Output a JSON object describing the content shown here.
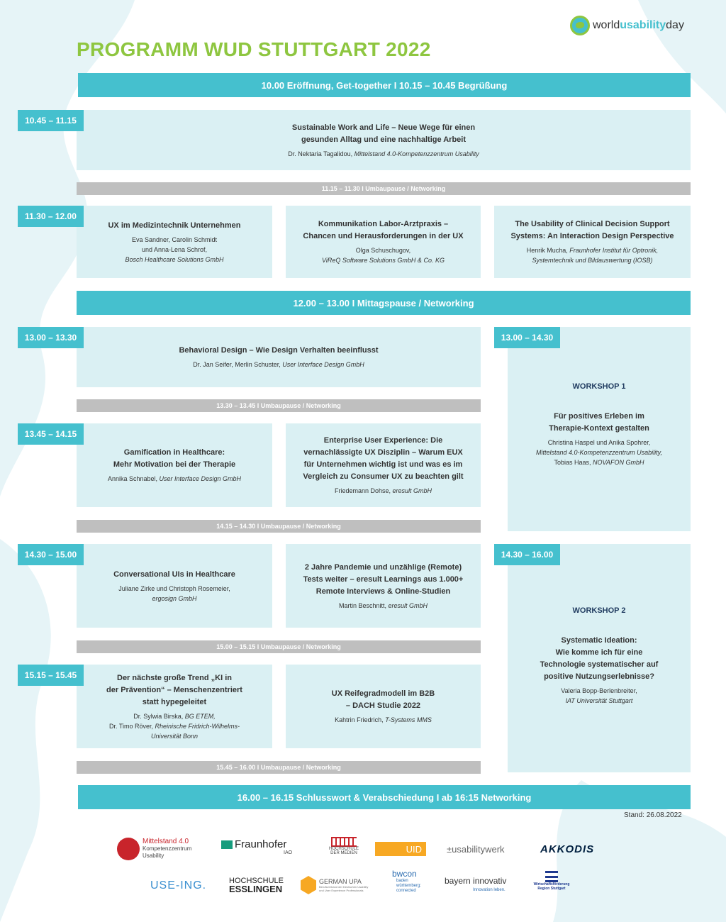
{
  "title": "PROGRAMM WUD STUTTGART 2022",
  "brand_logo": {
    "part1": "world",
    "part2": "usability",
    "part3": "day"
  },
  "colors": {
    "teal": "#45c0ce",
    "green": "#8ec640",
    "light_box": "#daf0f3",
    "grey_bar": "#bfbfbf"
  },
  "opening": "10.00 Eröffnung, Get-together I 10.15 – 10.45 Begrüßung",
  "slots": {
    "s1045": "10.45 – 11.15",
    "s1130": "11.30 – 12.00",
    "s1300": "13.00 – 13.30",
    "s1345": "13.45 – 14.15",
    "s1430": "14.30 – 15.00",
    "s1515": "15.15 – 15.45",
    "ws1": "13.00 – 14.30",
    "ws2": "14.30 – 16.00"
  },
  "breaks": {
    "b1": "11.15 – 11.30 I Umbaupause / Networking",
    "lunch": "12.00 – 13.00 I Mittagspause / Networking",
    "b2": "13.30 – 13.45 I Umbaupause / Networking",
    "b3": "14.15 – 14.30 I Umbaupause / Networking",
    "b4": "15.00 – 15.15 I Umbaupause / Networking",
    "b5": "15.45 – 16.00 I Umbaupause / Networking"
  },
  "talks": {
    "keynote": {
      "title": "Sustainable Work and Life – Neue Wege für einen\ngesunden Alltag und eine nachhaltige Arbeit",
      "speaker": "Dr. Nektaria Tagalidou, ",
      "org": "Mittelstand 4.0-Kompetenzzentrum Usability"
    },
    "t1": {
      "title": "UX im Medizintechnik Unternehmen",
      "speaker": "Eva Sandner, Carolin Schmidt\nund Anna-Lena Schrof,",
      "org": "Bosch Healthcare Solutions GmbH"
    },
    "t2": {
      "title": "Kommunikation Labor-Arztpraxis –\nChancen und Herausforderungen in der UX",
      "speaker": "Olga Schuschugov,",
      "org": "ViReQ Software Solutions GmbH & Co. KG"
    },
    "t3": {
      "title": "The Usability of Clinical Decision Support\nSystems: An Interaction Design Perspective",
      "speaker": "Henrik Mucha, ",
      "org": "Fraunhofer Institut für Optronik,\nSystemtechnik und Bildauswertung (IOSB)"
    },
    "t4": {
      "title": "Behavioral Design – Wie Design Verhalten beeinflusst",
      "speaker": "Dr. Jan Seifer, Merlin Schuster, ",
      "org": "User Interface Design GmbH"
    },
    "t5": {
      "title": "Gamification in Healthcare:\nMehr Motivation bei der Therapie",
      "speaker": "Annika Schnabel, ",
      "org": "User Interface Design GmbH"
    },
    "t6": {
      "title": "Enterprise User Experience: Die\nvernachlässigte UX Disziplin – Warum EUX\nfür Unternehmen wichtig ist und was es im\nVergleich zu Consumer UX zu beachten gilt",
      "speaker": "Friedemann Dohse, ",
      "org": "eresult GmbH"
    },
    "t7": {
      "title": "Conversational UIs in Healthcare",
      "speaker": "Juliane Zirke und Christoph Rosemeier,",
      "org": "ergosign GmbH"
    },
    "t8": {
      "title": "2 Jahre Pandemie und unzählige (Remote)\nTests weiter – eresult Learnings aus 1.000+\nRemote Interviews & Online-Studien",
      "speaker": "Martin Beschnitt, ",
      "org": "eresult GmbH"
    },
    "t9": {
      "title": "Der nächste große Trend „KI in\nder Prävention“ – Menschenzentriert\nstatt hypegeleitet",
      "speaker": "Dr. Sylwia Birska, ",
      "org": "BG ETEM,",
      "speaker2": "Dr. Timo Röver, ",
      "org2": "Rheinische Fridrich-Wilhelms-\nUniversität Bonn"
    },
    "t10": {
      "title": "UX Reifegradmodell im B2B\n– DACH Studie 2022",
      "speaker": "Kahtrin Friedrich, ",
      "org": "T-Systems MMS"
    }
  },
  "workshops": {
    "w1": {
      "heading": "WORKSHOP 1",
      "title": "Für positives Erleben im\nTherapie-Kontext gestalten",
      "speaker": "Christina Haspel und Anika Spohrer,",
      "org": "Mittelstand 4.0-Kompetenzzentrum Usability,",
      "speaker2": "Tobias Haas, ",
      "org2": "NOVAFON GmbH"
    },
    "w2": {
      "heading": "WORKSHOP 2",
      "title": "Systematic Ideation:\nWie komme ich für eine\nTechnologie systematischer auf\npositive Nutzungserlebnisse?",
      "speaker": "Valeria Bopp-Berlenbreiter,",
      "org": "IAT Universität Stuttgart"
    }
  },
  "closing": "16.00 – 16.15 Schlusswort & Verabschiedung I ab 16:15 Networking",
  "stand": "Stand: 26.08.2022",
  "sponsors": {
    "m40": {
      "a": "Mittelstand 4.0",
      "b": "Kompetenzzentrum",
      "c": "Usability"
    },
    "fraunhofer": {
      "a": "Fraunhofer",
      "b": "IAO"
    },
    "hdm": {
      "a": "HOCHSCHULE",
      "b": "DER MEDIEN"
    },
    "uid": "UID",
    "usabilitywerk": "±usabilitywerk",
    "akkodis": "AKKODIS",
    "useing": "USE-ING.",
    "esslingen": {
      "a": "HOCHSCHULE",
      "b": "ESSLINGEN"
    },
    "gupa": {
      "a": "GERMAN UPA",
      "b": "Berufsverband der Deutschen Usability\nund User Experience Professionals"
    },
    "bwcon": {
      "a": "bwcon",
      "b": "baden\nwürttemberg:\nconnected"
    },
    "bayern": {
      "a": "bayern",
      "b": "innovativ",
      "c": "Innovation leben."
    },
    "wrs": {
      "a": "Wirtschaftsförderung\nRegion Stuttgart"
    }
  }
}
